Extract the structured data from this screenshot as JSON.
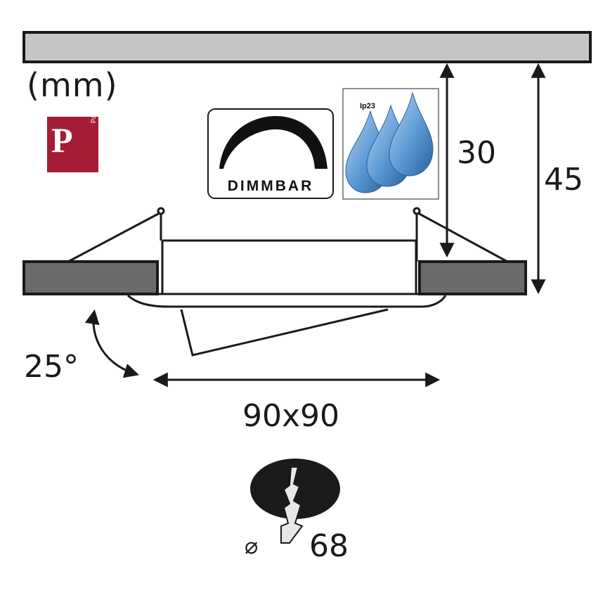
{
  "unit_label": "(mm)",
  "brand": {
    "name": "Paulmann",
    "letter": "P",
    "color": "#a51c36"
  },
  "badges": {
    "dimmable": "DIMMBAR",
    "ip_rating": "Ip23"
  },
  "dimensions": {
    "mounting_depth": "30",
    "total_height": "45",
    "tilt_angle": "25°",
    "frame_size": "90x90",
    "cutout_symbol": "⌀",
    "cutout_diameter": "68"
  },
  "colors": {
    "ceiling": "#c6c6c6",
    "frame": "#6b6b6b",
    "outline": "#1a1a1a",
    "drop_blue": "#4f8fd0"
  },
  "icons": [
    "ceiling-panel",
    "dimmer-arc-icon",
    "water-drops-icon",
    "drill-hole-icon",
    "paulmann-logo"
  ]
}
